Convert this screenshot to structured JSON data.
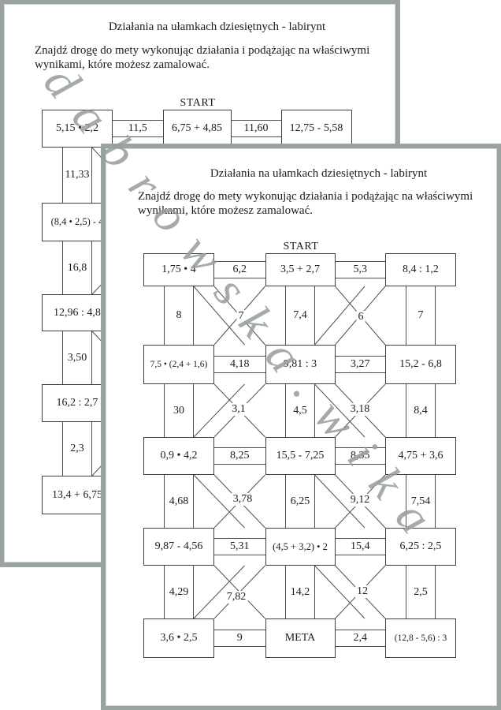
{
  "colors": {
    "page_frame": "#9ba3a0",
    "maze_line": "#4f4f4f",
    "text": "#1c1c1c",
    "watermark": "#98a09d"
  },
  "watermark": {
    "text": "dabrowska.wika"
  },
  "back_page": {
    "title": "Działania na ułamkach dziesiętnych - labirynt",
    "instructions_line1": "Znajdź drogę do mety wykonując działania i podążając na właściwymi",
    "instructions_line2": "wynikami, które możesz zamalować.",
    "start_label": "START",
    "row1_boxes": [
      "5,15 • 2,2",
      "6,75 + 4,85",
      "12,75 - 5,58"
    ],
    "row1_connectors": [
      "11,5",
      "11,60"
    ],
    "left_boxes": [
      "(8,4 • 2,5) - 4",
      "12,96 : 4,8",
      "16,2 : 2,7",
      "13,4 + 6,75"
    ],
    "left_connectors": [
      "11,33",
      "16,8",
      "3,50",
      "2,3"
    ]
  },
  "front_page": {
    "title": "Działania na ułamkach dziesiętnych - labirynt",
    "instructions_line1": "Znajdź drogę do mety wykonując działania i podążając na właściwymi",
    "instructions_line2": "wynikami, które możesz zamalować.",
    "start_label": "START",
    "boxes": [
      [
        "1,75 • 4",
        "3,5 + 2,7",
        "8,4 : 1,2"
      ],
      [
        "7,5 • (2,4 + 1,6)",
        "9,81 : 3",
        "15,2 - 6,8"
      ],
      [
        "0,9 • 4,2",
        "15,5 - 7,25",
        "4,75 + 3,6"
      ],
      [
        "9,87 - 4,56",
        "(4,5 + 3,2) • 2",
        "6,25 : 2,5"
      ],
      [
        "3,6 • 2,5",
        "META",
        "(12,8 - 5,6) : 3"
      ]
    ],
    "horizontal_connectors": [
      [
        "6,2",
        "5,3"
      ],
      [
        "4,18",
        "3,27"
      ],
      [
        "8,25",
        "8,35"
      ],
      [
        "5,31",
        "15,4"
      ],
      [
        "9",
        "2,4"
      ]
    ],
    "vertical_connectors": [
      [
        "8",
        "7,4",
        "7"
      ],
      [
        "30",
        "4,5",
        "8,4"
      ],
      [
        "4,68",
        "6,25",
        "7,54"
      ],
      [
        "4,29",
        "14,2",
        "2,5"
      ]
    ],
    "diagonal_connectors": [
      [
        "7",
        "6"
      ],
      [
        "3,1",
        "3,18"
      ],
      [
        "3,78",
        "9,12"
      ],
      [
        "7,82",
        "12"
      ]
    ]
  }
}
